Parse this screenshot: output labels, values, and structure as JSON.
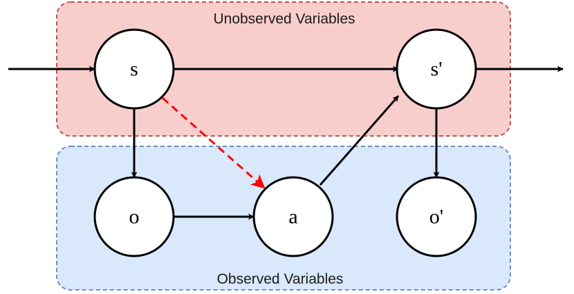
{
  "groups": {
    "unobserved": {
      "title": "Unobserved Variables",
      "fill": "#f8cecc",
      "stroke": "#b85450"
    },
    "observed": {
      "title": "Observed Variables",
      "fill": "#dae8fc",
      "stroke": "#6c8ebf"
    }
  },
  "nodes": {
    "s": {
      "label": "s"
    },
    "s_prime": {
      "label": "s'"
    },
    "o": {
      "label": "o"
    },
    "a": {
      "label": "a"
    },
    "o_prime": {
      "label": "o'"
    }
  },
  "edges": [
    {
      "from": "input",
      "to": "s",
      "style": "solid",
      "color": "#000000"
    },
    {
      "from": "s",
      "to": "s'",
      "style": "solid",
      "color": "#000000"
    },
    {
      "from": "s'",
      "to": "output",
      "style": "solid",
      "color": "#000000"
    },
    {
      "from": "s",
      "to": "o",
      "style": "solid",
      "color": "#000000"
    },
    {
      "from": "s'",
      "to": "o'",
      "style": "solid",
      "color": "#000000"
    },
    {
      "from": "o",
      "to": "a",
      "style": "solid",
      "color": "#000000"
    },
    {
      "from": "a",
      "to": "s'",
      "style": "solid",
      "color": "#000000"
    },
    {
      "from": "s",
      "to": "a",
      "style": "dashed",
      "color": "#ff0000"
    }
  ]
}
